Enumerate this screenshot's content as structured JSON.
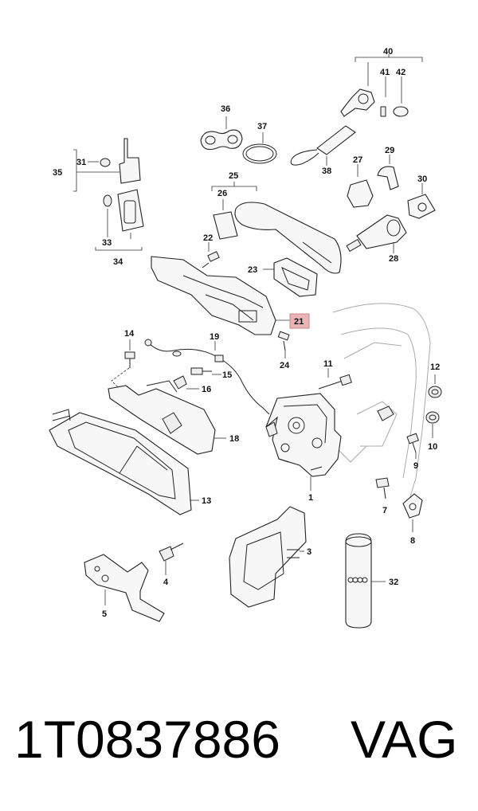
{
  "callouts": {
    "c40": "40",
    "c41": "41",
    "c42": "42",
    "c36": "36",
    "c37": "37",
    "c38": "38",
    "c31": "31",
    "c35": "35",
    "c33": "33",
    "c34": "34",
    "c25": "25",
    "c26": "26",
    "c27": "27",
    "c29": "29",
    "c30": "30",
    "c28": "28",
    "c22": "22",
    "c23": "23",
    "c21": "21",
    "c24": "24",
    "c14": "14",
    "c19": "19",
    "c15": "15",
    "c16": "16",
    "c18": "18",
    "c13": "13",
    "c11": "11",
    "c12": "12",
    "c10": "10",
    "c9": "9",
    "c1": "1",
    "c7": "7",
    "c8": "8",
    "c3": "3",
    "c4": "4",
    "c5": "5",
    "c32": "32"
  },
  "highlight_color": "#e8b4b8",
  "footer": {
    "part_number": "1T0837886",
    "brand": "VAG"
  }
}
